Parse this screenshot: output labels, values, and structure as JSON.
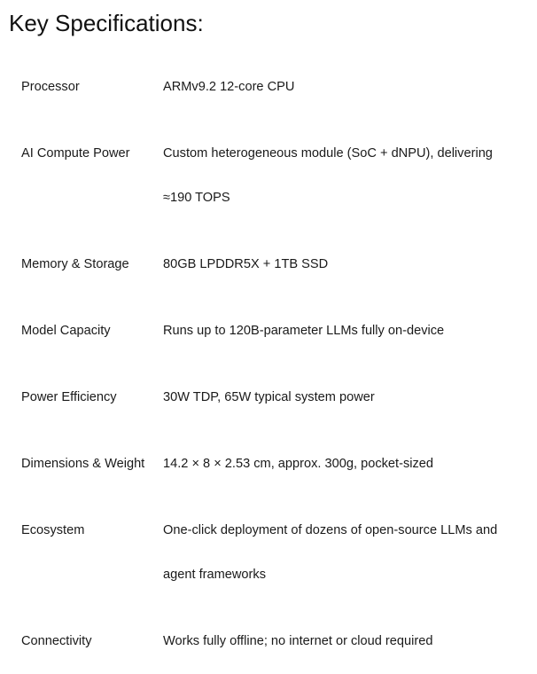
{
  "title": "Key Specifications:",
  "specs": [
    {
      "label": "Processor",
      "value": "ARMv9.2 12-core CPU"
    },
    {
      "label": "AI Compute Power",
      "value": "Custom heterogeneous module (SoC + dNPU), delivering ≈190 TOPS"
    },
    {
      "label": "Memory & Storage",
      "value": "80GB LPDDR5X + 1TB SSD"
    },
    {
      "label": "Model Capacity",
      "value": "Runs up to 120B-parameter LLMs fully on-device"
    },
    {
      "label": "Power Efficiency",
      "value": "30W TDP, 65W typical system power"
    },
    {
      "label": "Dimensions & Weight",
      "value": "14.2 × 8 × 2.53 cm, approx. 300g, pocket-sized"
    },
    {
      "label": "Ecosystem",
      "value": "One-click deployment of dozens of open-source LLMs and agent frameworks"
    },
    {
      "label": "Connectivity",
      "value": "Works fully offline; no internet or cloud required"
    }
  ]
}
